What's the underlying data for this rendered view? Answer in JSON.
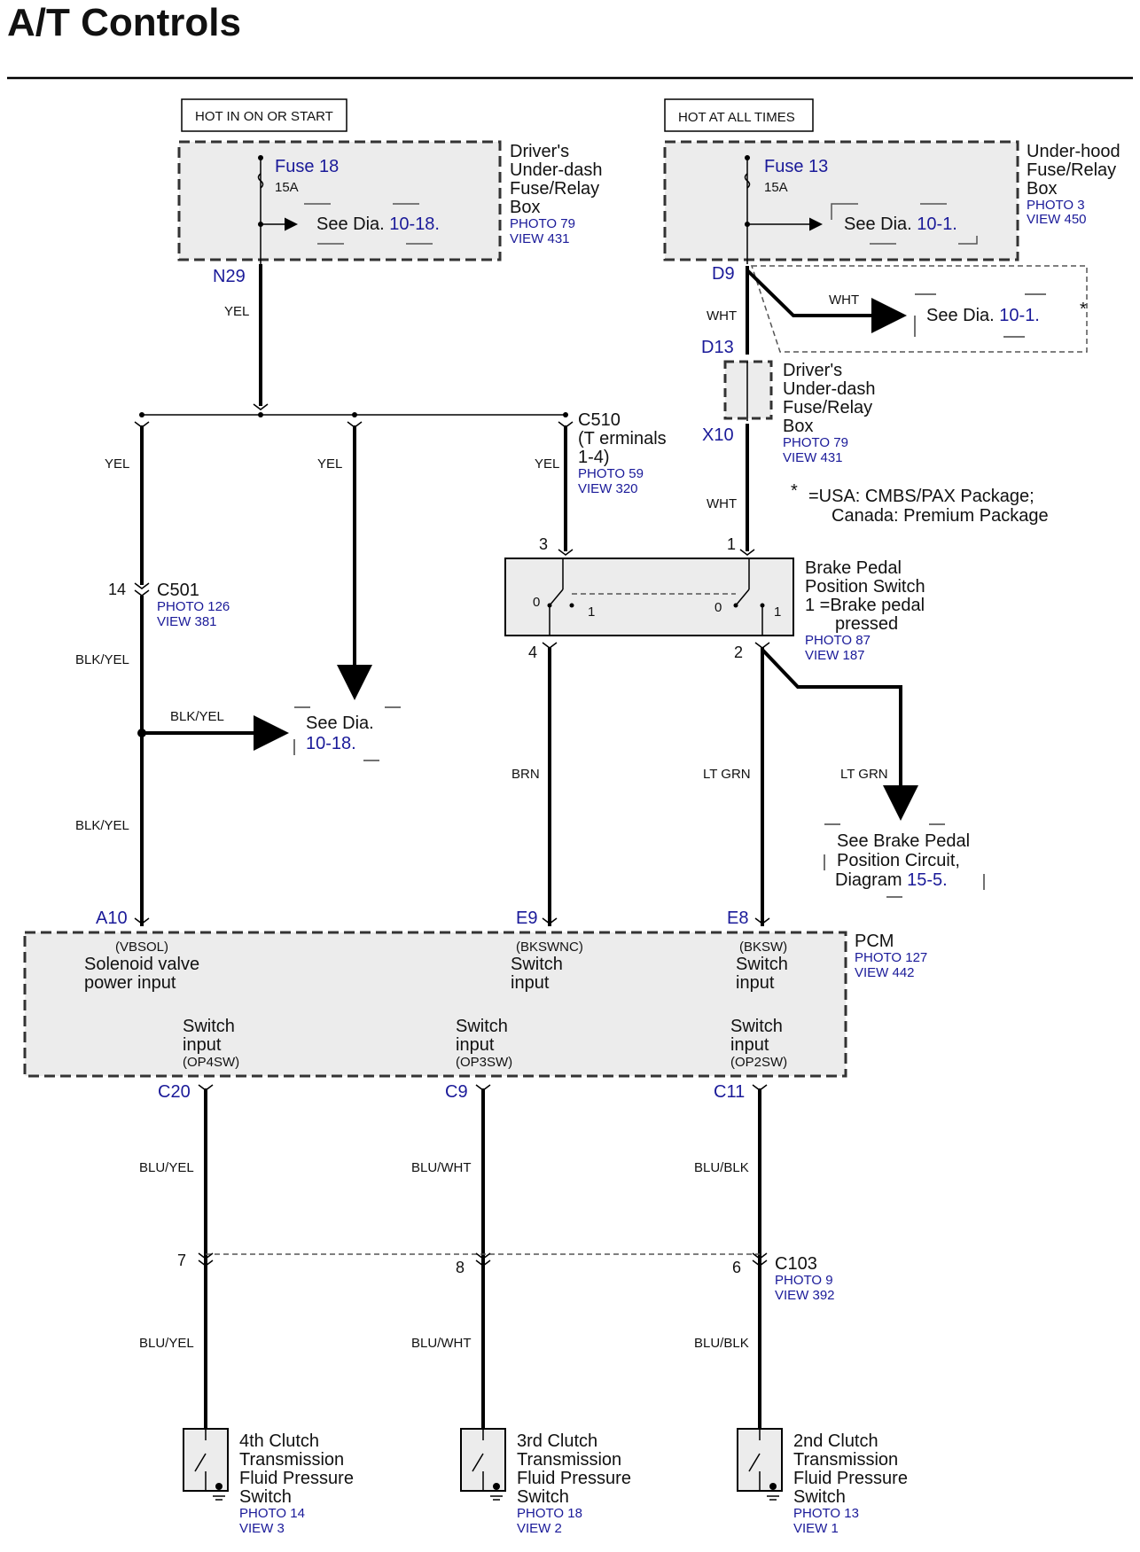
{
  "title": "A/T Controls",
  "power": {
    "left_label": "HOT IN ON OR START",
    "right_label": "HOT AT ALL TIMES"
  },
  "left_fuse_box": {
    "fuse": "Fuse 18",
    "amps": "15A",
    "see_prefix": "See Dia.",
    "see_ref": "10-18.",
    "name_lines": [
      "Driver's",
      "Under-dash",
      "Fuse/Relay",
      "Box"
    ],
    "photo": "PHOTO 79",
    "view": "VIEW 431",
    "terminal": "N29"
  },
  "right_fuse_box": {
    "fuse": "Fuse 13",
    "amps": "15A",
    "see_prefix": "See Dia.",
    "see_ref": "10-1.",
    "name_lines": [
      "Under-hood",
      "Fuse/Relay",
      "Box"
    ],
    "photo": "PHOTO 3",
    "view": "VIEW 450",
    "terminal": "D9"
  },
  "right_branch": {
    "wire": "WHT",
    "see_prefix": "See Dia.",
    "see_ref": "10-1.",
    "asterisk": "*"
  },
  "driver_box2": {
    "in_terminal": "D13",
    "out_terminal": "X10",
    "name_lines": [
      "Driver's",
      "Under-dash",
      "Fuse/Relay",
      "Box"
    ],
    "photo": "PHOTO 79",
    "view": "VIEW 431"
  },
  "note": {
    "star": "*",
    "line1": "=USA: CMBS/PAX Package;",
    "line2": "Canada: Premium Package"
  },
  "wires": {
    "yel": "YEL",
    "wht": "WHT",
    "blk_yel": "BLK/YEL",
    "brn": "BRN",
    "lt_grn": "LT GRN",
    "blu_yel": "BLU/YEL",
    "blu_wht": "BLU/WHT",
    "blu_blk": "BLU/BLK"
  },
  "c510": {
    "name": "C510",
    "lines": [
      "(T erminals",
      "1-4)"
    ],
    "photo": "PHOTO 59",
    "view": "VIEW 320"
  },
  "c501": {
    "pin": "14",
    "name": "C501",
    "photo": "PHOTO 126",
    "view": "VIEW 381"
  },
  "see_1018_mid": {
    "prefix": "See Dia.",
    "ref": "10-18."
  },
  "brake_switch": {
    "pins": [
      "3",
      "1",
      "4",
      "2"
    ],
    "pos0": "0",
    "pos1": "1",
    "name_lines": [
      "Brake Pedal",
      "Position Switch",
      "1 =Brake pedal",
      "pressed"
    ],
    "photo": "PHOTO 87",
    "view": "VIEW 187"
  },
  "see_brake_circuit": {
    "lines": [
      "See Brake Pedal",
      "Position Circuit,"
    ],
    "prefix": "Diagram",
    "ref": "15-5."
  },
  "pcm": {
    "name": "PCM",
    "photo": "PHOTO 127",
    "view": "VIEW 442",
    "top_terminals": [
      "A10",
      "E9",
      "E8"
    ],
    "top_inputs": [
      {
        "code": "(VBSOL)",
        "l1": "Solenoid valve",
        "l2": "power input"
      },
      {
        "code": "(BKSWNC)",
        "l1": "Switch",
        "l2": "input"
      },
      {
        "code": "(BKSW)",
        "l1": "Switch",
        "l2": "input"
      }
    ],
    "bottom_inputs": [
      {
        "l1": "Switch",
        "l2": "input",
        "code": "(OP4SW)"
      },
      {
        "l1": "Switch",
        "l2": "input",
        "code": "(OP3SW)"
      },
      {
        "l1": "Switch",
        "l2": "input",
        "code": "(OP2SW)"
      }
    ],
    "bottom_terminals": [
      "C20",
      "C9",
      "C11"
    ]
  },
  "c103": {
    "name": "C103",
    "photo": "PHOTO 9",
    "view": "VIEW 392",
    "pins": [
      "7",
      "8",
      "6"
    ]
  },
  "clutch_switches": [
    {
      "lines": [
        "4th Clutch",
        "Transmission",
        "Fluid Pressure",
        "Switch"
      ],
      "photo": "PHOTO 14",
      "view": "VIEW 3"
    },
    {
      "lines": [
        "3rd Clutch",
        "Transmission",
        "Fluid Pressure",
        "Switch"
      ],
      "photo": "PHOTO 18",
      "view": "VIEW 2"
    },
    {
      "lines": [
        "2nd Clutch",
        "Transmission",
        "Fluid Pressure",
        "Switch"
      ],
      "photo": "PHOTO 13",
      "view": "VIEW 1"
    }
  ]
}
